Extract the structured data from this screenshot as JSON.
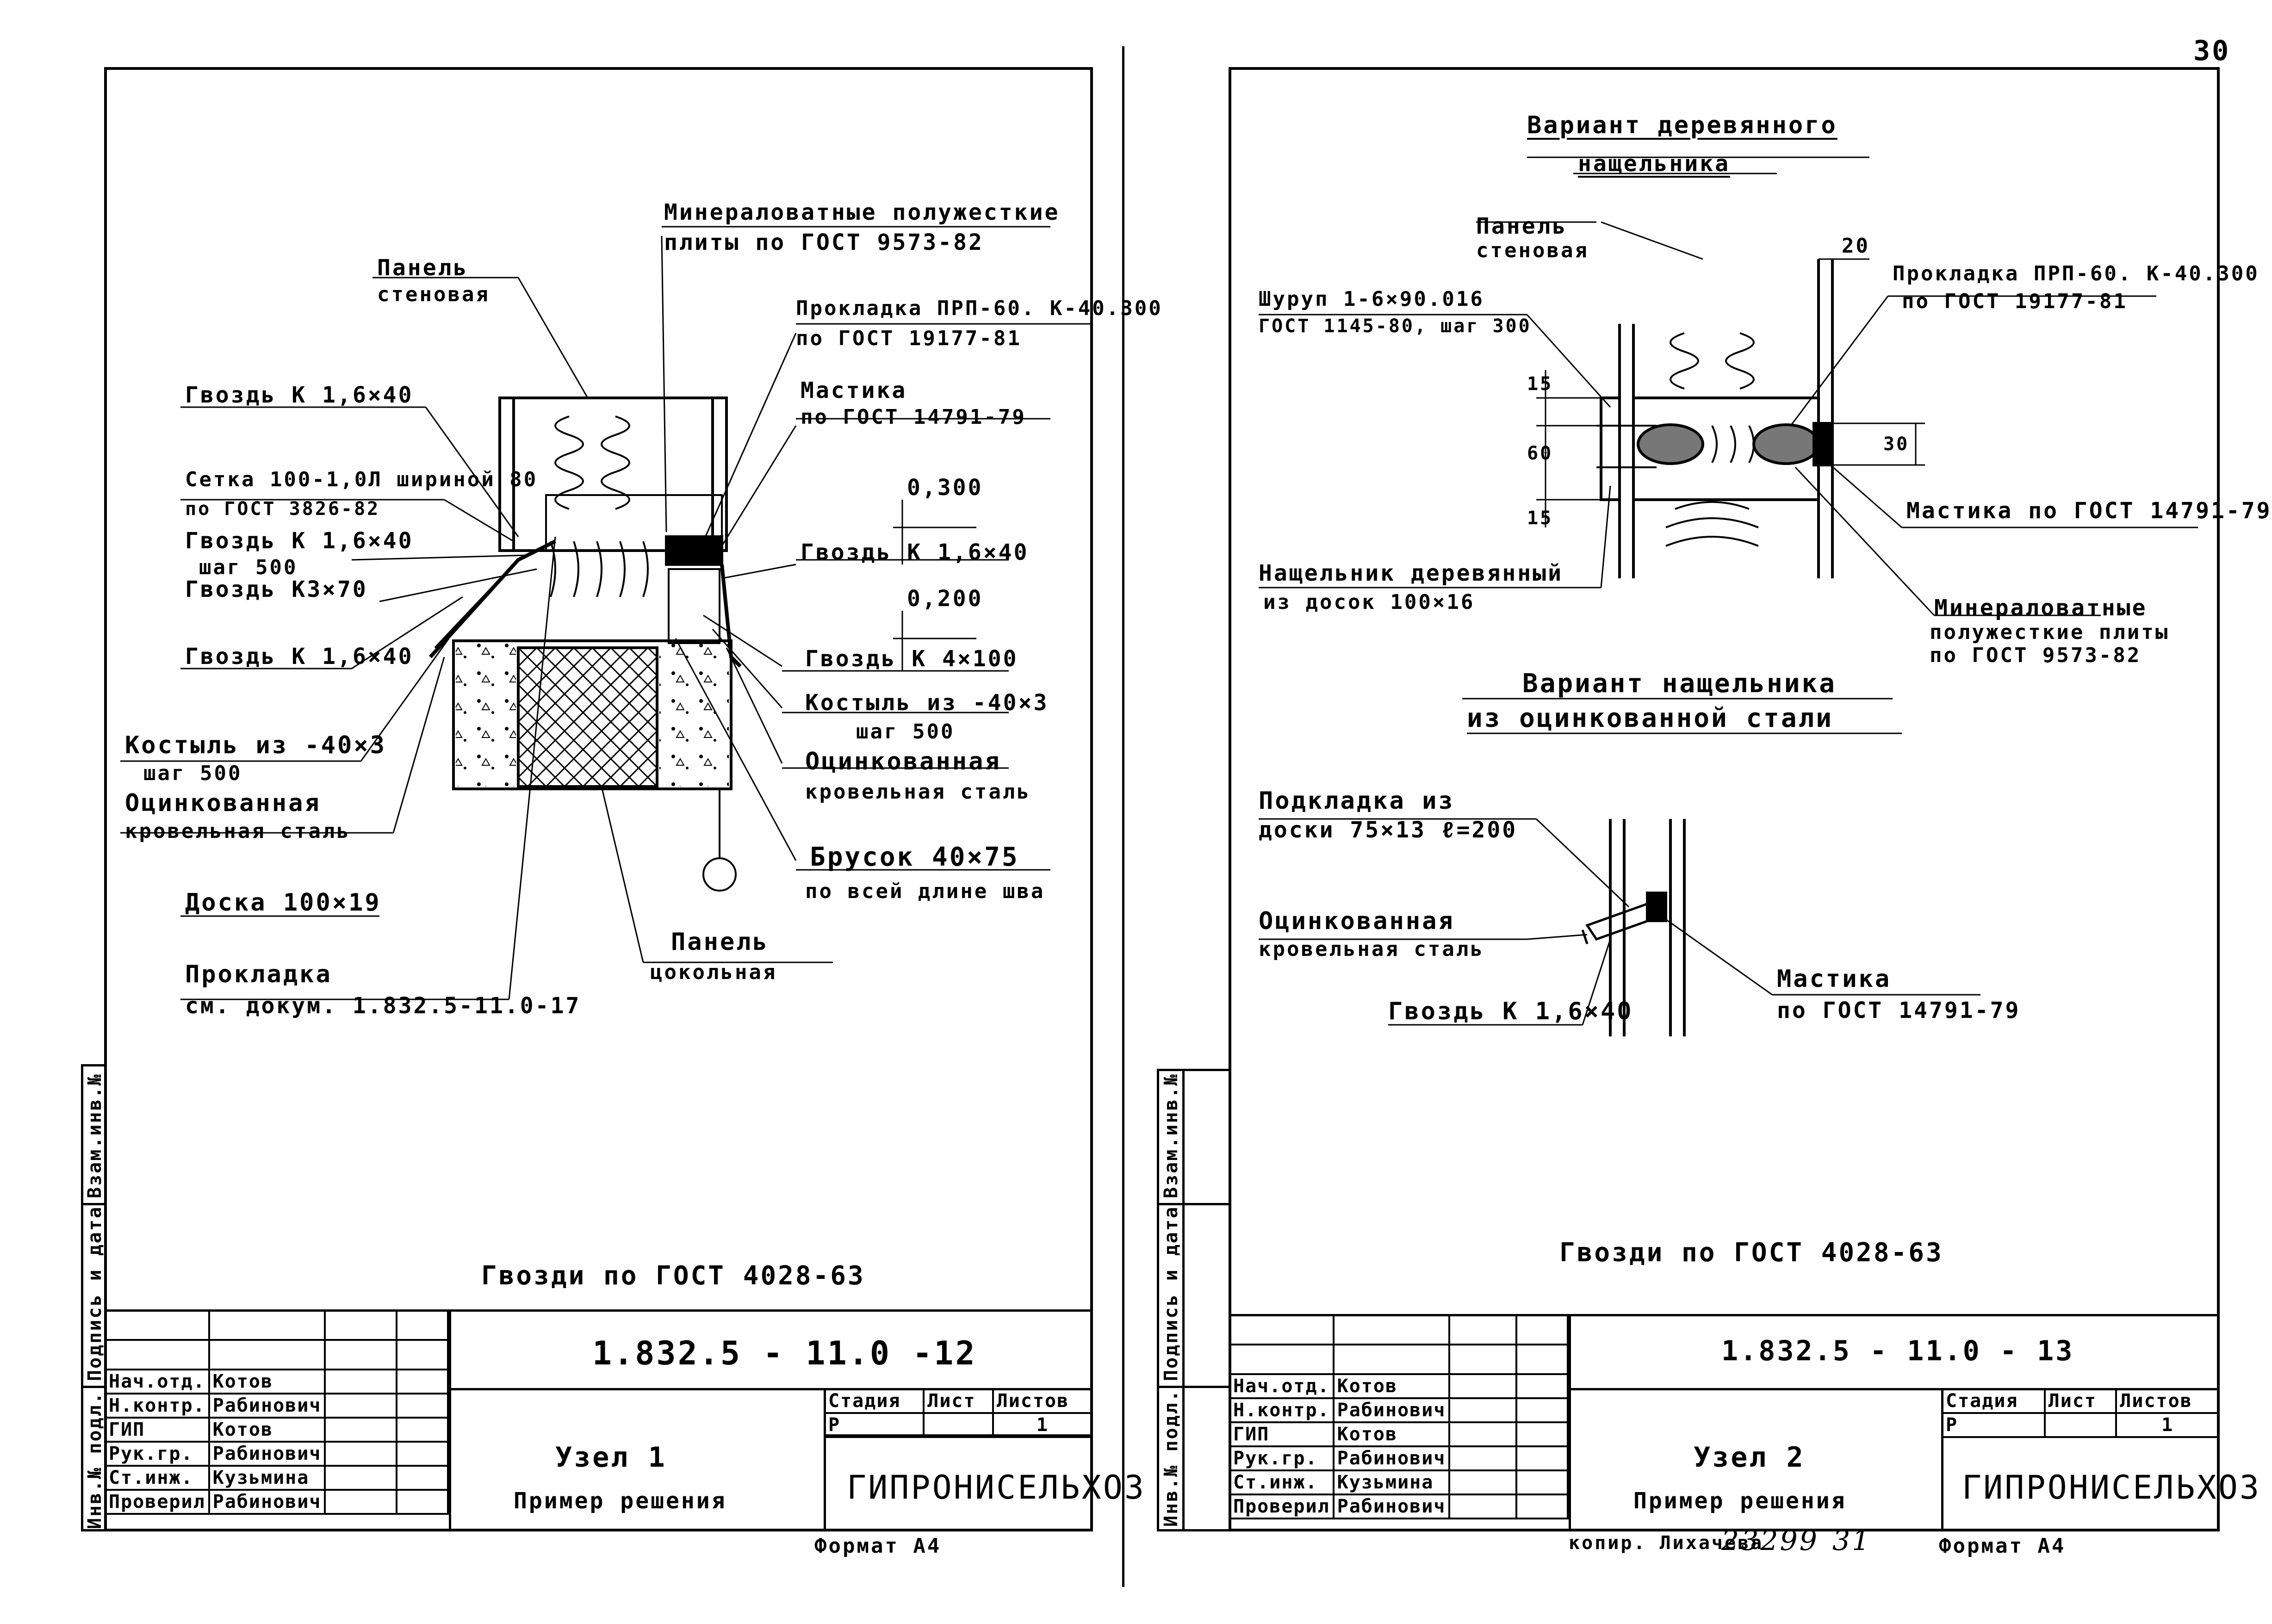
{
  "page_number": "30",
  "left": {
    "labels": {
      "mineral_wool": [
        "Минераловатные полужесткие",
        "плиты по ГОСТ 9573-82"
      ],
      "panel_wall": [
        "Панель",
        "стеновая"
      ],
      "gasket_prp": [
        "Прокладка ПРП-60. К-40.300",
        "по ГОСТ 19177-81"
      ],
      "nail_1": "Гвоздь К 1,6×40",
      "mastic": [
        "Мастика",
        "по ГОСТ 14791-79"
      ],
      "mesh": [
        "Сетка 100-1,0Л шириной 80",
        "по ГОСТ 3826-82"
      ],
      "dim_0300": "0,300",
      "nail_step": [
        "Гвоздь К 1,6×40",
        "шаг 500"
      ],
      "nail_k3": "Гвоздь К3×70",
      "nail_right": "Гвоздь К 1,6×40",
      "dim_0200": "0,200",
      "nail_k4": "Гвоздь К 4×100",
      "nail_left": "Гвоздь К 1,6×40",
      "crutch_left": [
        "Костыль из -40×3",
        "шаг 500"
      ],
      "crutch_right": [
        "Костыль из -40×3",
        "шаг 500"
      ],
      "galv_left": [
        "Оцинкованная",
        "кровельная сталь"
      ],
      "galv_right": [
        "Оцинкованная",
        "кровельная сталь"
      ],
      "bar": [
        "Брусок 40×75",
        "по всей длине шва"
      ],
      "board": "Доска 100×19",
      "panel_plinth": [
        "Панель",
        "цокольная"
      ],
      "gasket_see": [
        "Прокладка",
        "см. докум. 1.832.5-11.0-17"
      ]
    },
    "note": "Гвозди по ГОСТ 4028-63",
    "code": "1.832.5 - 11.0 -12",
    "title": [
      "Узел 1",
      "Пример решения"
    ],
    "format": "Формат А4"
  },
  "right": {
    "heading_wood": [
      "Вариант деревянного",
      "нащельника"
    ],
    "labels": {
      "panel_wall": [
        "Панель",
        "стеновая"
      ],
      "dim_20": "20",
      "screw": [
        "Шуруп 1-6×90.016",
        "ГОСТ 1145-80, шаг 300"
      ],
      "gasket_prp": [
        "Прокладка ПРП-60. К-40.300",
        "по ГОСТ 19177-81"
      ],
      "dim_15a": "15",
      "dim_60": "60",
      "dim_15b": "15",
      "dim_30": "30",
      "mastic": "Мастика по ГОСТ 14791-79",
      "batten": [
        "Нащельник деревянный",
        "из досок 100×16"
      ],
      "mineral_wool": [
        "Минераловатные",
        "полужесткие плиты",
        "по ГОСТ 9573-82"
      ],
      "pad": [
        "Подкладка из",
        "доски 75×13 ℓ=200"
      ],
      "galv": [
        "Оцинкованная",
        "кровельная сталь"
      ],
      "mastic2": [
        "Мастика",
        "по ГОСТ 14791-79"
      ],
      "nail": "Гвоздь К 1,6×40"
    },
    "heading_steel": [
      "Вариант нащельника",
      "из оцинкованной стали"
    ],
    "note": "Гвозди по ГОСТ 4028-63",
    "code": "1.832.5 - 11.0 - 13",
    "title": [
      "Узел 2",
      "Пример решения"
    ],
    "copy_note": "копир. Лихачева",
    "copy_numbers": [
      "23299",
      "31"
    ],
    "format": "Формат А4"
  },
  "side_fields": [
    "Инв.№ подл.",
    "Подпись и дата",
    "Взам.инв.№"
  ],
  "stamp": {
    "roles": [
      "Нач.отд.",
      "Н.контр.",
      "ГИП",
      "Рук.гр.",
      "Ст.инж.",
      "Проверил"
    ],
    "names": [
      "Котов",
      "Рабинович",
      "Котов",
      "Рабинович",
      "Кузьмина",
      "Рабинович"
    ],
    "stage_headers": [
      "Стадия",
      "Лист",
      "Листов"
    ],
    "stage_values": [
      "Р",
      "",
      "1"
    ],
    "org": "ГИПРОНИСЕЛЬХОЗ"
  }
}
